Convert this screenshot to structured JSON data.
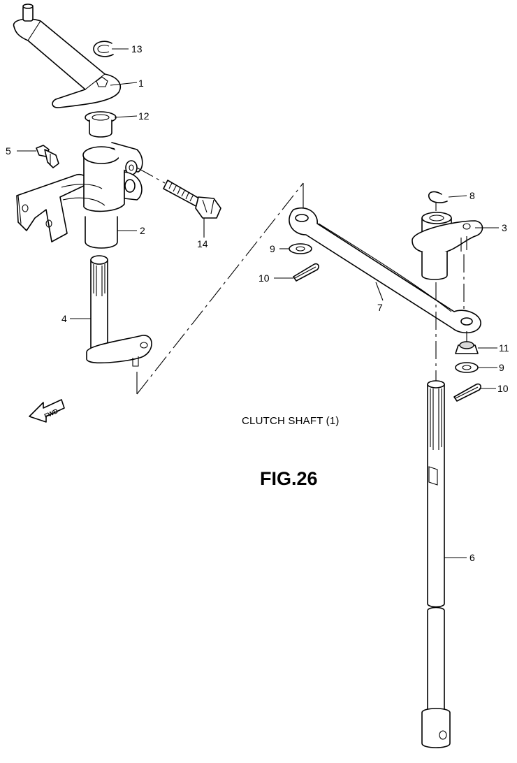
{
  "figure": {
    "subtitle": "CLUTCH SHAFT (1)",
    "title": "FIG.26",
    "fwd_label": "FWD"
  },
  "callouts": {
    "c1": "1",
    "c2": "2",
    "c3": "3",
    "c4": "4",
    "c5": "5",
    "c6": "6",
    "c7": "7",
    "c8": "8",
    "c9a": "9",
    "c9b": "9",
    "c10a": "10",
    "c10b": "10",
    "c11": "11",
    "c12": "12",
    "c13": "13",
    "c14": "14"
  }
}
